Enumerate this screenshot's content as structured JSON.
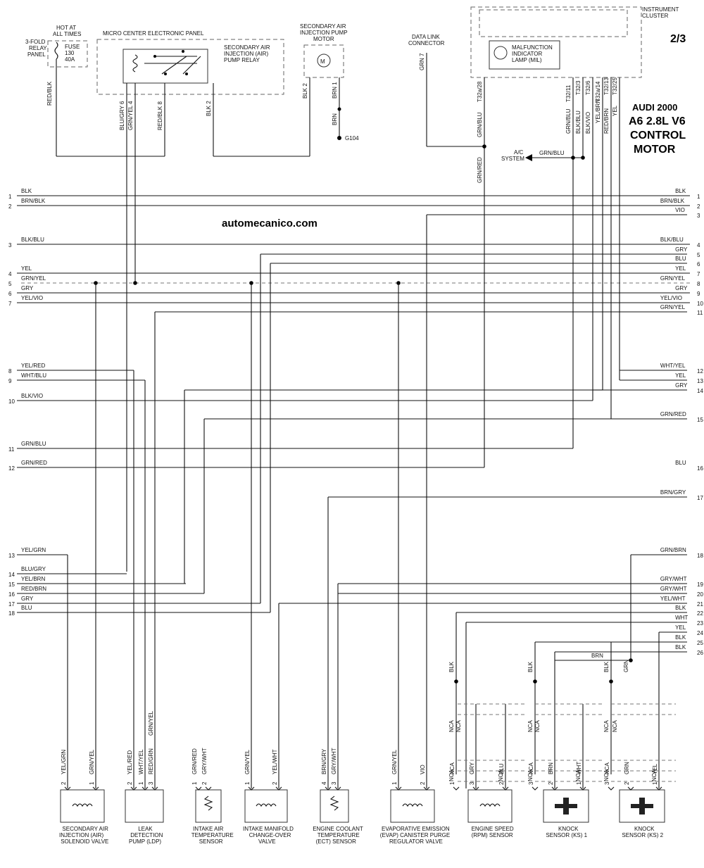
{
  "page": "2/3",
  "header": {
    "make": "AUDI 2000",
    "model": "A6 2.8L V6",
    "line3": "CONTROL",
    "line4": "MOTOR"
  },
  "watermark": "automecanico.com",
  "top": {
    "hot_at_all_times": [
      "HOT AT",
      "ALL TIMES"
    ],
    "relay_panel": [
      "3-FOLD",
      "RELAY",
      "PANEL"
    ],
    "fuse": [
      "FUSE",
      "130",
      "40A"
    ],
    "micro_center": "MICRO CENTER ELECTRONIC PANEL",
    "relay": [
      "SECONDARY AIR",
      "INJECTION (AIR)",
      "PUMP RELAY"
    ],
    "pump_motor": [
      "SECONDARY AIR",
      "INJECTION PUMP",
      "MOTOR"
    ],
    "motor_symbol": "M",
    "data_link": [
      "DATA LINK",
      "CONNECTOR"
    ],
    "instrument_cluster": [
      "INSTRUMENT",
      "CLUSTER"
    ],
    "mil": [
      "MALFUNCTION",
      "INDICATOR",
      "LAMP (MIL)"
    ],
    "ac_system": [
      "A/C",
      "SYSTEM"
    ],
    "ground": "G104",
    "vert_labels": [
      {
        "id": "relay-red",
        "text": "RED/BLK"
      },
      {
        "id": "blugry",
        "text": "BLU/GRY  6"
      },
      {
        "id": "grnyel",
        "text": "GRN/YEL  4"
      },
      {
        "id": "redblk8",
        "text": "RED/BLK  8"
      },
      {
        "id": "blk2",
        "text": "BLK  2"
      },
      {
        "id": "pmp-blk2",
        "text": "BLK  2"
      },
      {
        "id": "pmp-brn1",
        "text": "BRN  1"
      },
      {
        "id": "pmp-brn",
        "text": "BRN"
      },
      {
        "id": "dlc-grn",
        "text": "GRN  7"
      },
      {
        "id": "t28",
        "text": "T32a/28"
      },
      {
        "id": "t11",
        "text": "T32/11"
      },
      {
        "id": "t3",
        "text": "T32/3"
      },
      {
        "id": "t6",
        "text": "T32/6"
      },
      {
        "id": "t14",
        "text": "T32a/14"
      },
      {
        "id": "t13",
        "text": "T32/13"
      },
      {
        "id": "t25",
        "text": "T32/25"
      },
      {
        "id": "w28",
        "text": "GRN/BLU"
      },
      {
        "id": "w28b",
        "text": "GRN/RED"
      },
      {
        "id": "w11",
        "text": "GRN/BLU"
      },
      {
        "id": "w3",
        "text": "BLK/BLU"
      },
      {
        "id": "w6",
        "text": "BLK/VIO"
      },
      {
        "id": "w14",
        "text": "YEL/BRN"
      },
      {
        "id": "w13",
        "text": "RED/BRN"
      },
      {
        "id": "w25",
        "text": "YEL"
      }
    ],
    "ac_wire": "GRN/BLU"
  },
  "left_rows": [
    {
      "n": "1",
      "c": "BLK"
    },
    {
      "n": "2",
      "c": "BRN/BLK"
    },
    {
      "n": "3",
      "c": "BLK/BLU"
    },
    {
      "n": "4",
      "c": "YEL"
    },
    {
      "n": "5",
      "c": "GRN/YEL"
    },
    {
      "n": "6",
      "c": "GRY"
    },
    {
      "n": "7",
      "c": "YEL/VIO"
    },
    {
      "n": "8",
      "c": "YEL/RED"
    },
    {
      "n": "9",
      "c": "WHT/BLU"
    },
    {
      "n": "10",
      "c": "BLK/VIO"
    },
    {
      "n": "11",
      "c": "GRN/BLU"
    },
    {
      "n": "12",
      "c": "GRN/RED"
    },
    {
      "n": "13",
      "c": "YEL/GRN"
    },
    {
      "n": "14",
      "c": "BLU/GRY"
    },
    {
      "n": "15",
      "c": "YEL/BRN"
    },
    {
      "n": "16",
      "c": "RED/BRN"
    },
    {
      "n": "17",
      "c": "GRY"
    },
    {
      "n": "18",
      "c": "BLU"
    }
  ],
  "right_rows": [
    {
      "n": "1",
      "c": "BLK"
    },
    {
      "n": "2",
      "c": "BRN/BLK"
    },
    {
      "n": "3",
      "c": "VIO"
    },
    {
      "n": "4",
      "c": "BLK/BLU"
    },
    {
      "n": "5",
      "c": "GRY"
    },
    {
      "n": "6",
      "c": "BLU"
    },
    {
      "n": "7",
      "c": "YEL"
    },
    {
      "n": "8",
      "c": "GRN/YEL"
    },
    {
      "n": "9",
      "c": "GRY"
    },
    {
      "n": "10",
      "c": "YEL/VIO"
    },
    {
      "n": "11",
      "c": "GRN/YEL"
    },
    {
      "n": "12",
      "c": "WHT/YEL"
    },
    {
      "n": "13",
      "c": "YEL"
    },
    {
      "n": "14",
      "c": "GRY"
    },
    {
      "n": "15",
      "c": "GRN/RED"
    },
    {
      "n": "16",
      "c": "BLU"
    },
    {
      "n": "17",
      "c": "BRN/GRY"
    },
    {
      "n": "18",
      "c": "GRN/BRN"
    },
    {
      "n": "19",
      "c": "GRY/WHT"
    },
    {
      "n": "20",
      "c": "GRY/WHT"
    },
    {
      "n": "21",
      "c": "YEL/WHT"
    },
    {
      "n": "22",
      "c": "BLK"
    },
    {
      "n": "23",
      "c": "WHT"
    },
    {
      "n": "24",
      "c": "YEL"
    },
    {
      "n": "25",
      "c": "BLK"
    },
    {
      "n": "26",
      "c": "BLK"
    }
  ],
  "sensor_wires": {
    "brn_bus": "BRN",
    "rpm_blk": "BLK",
    "ks1_blk": "BLK",
    "ks2_blk": "BLK",
    "ks2_grn": "GRN",
    "nca": "NCA"
  },
  "components": [
    {
      "id": "sai-valve",
      "label": [
        "SECONDARY AIR",
        "INJECTION (AIR)",
        "SOLENOID VALVE"
      ],
      "pins": [
        {
          "n": "2",
          "c": "YEL/GRN"
        },
        {
          "n": "1",
          "c": "GRN/YEL"
        }
      ]
    },
    {
      "id": "ldp",
      "label": [
        "LEAK",
        "DETECTION",
        "PUMP (LDP)"
      ],
      "pins": [
        {
          "n": "2",
          "c": "YEL/RED"
        },
        {
          "n": "1",
          "c": "WHT/YEL"
        },
        {
          "n": "3",
          "c": "RED/GRN"
        }
      ],
      "extra": "GRN/YEL"
    },
    {
      "id": "iat",
      "label": [
        "INTAKE AIR",
        "TEMPERATURE",
        "SENSOR"
      ],
      "pins": [
        {
          "n": "1",
          "c": "GRN/RED"
        },
        {
          "n": "2",
          "c": "GRY/WHT"
        }
      ]
    },
    {
      "id": "imc",
      "label": [
        "INTAKE MANIFOLD",
        "CHANGE-OVER",
        "VALVE"
      ],
      "pins": [
        {
          "n": "1",
          "c": "GRN/YEL"
        },
        {
          "n": "2",
          "c": "YEL/WHT"
        }
      ]
    },
    {
      "id": "ect",
      "label": [
        "ENGINE COOLANT",
        "TEMPERATURE",
        "(ECT) SENSOR"
      ],
      "pins": [
        {
          "n": "4",
          "c": "BRN/GRY"
        },
        {
          "n": "3",
          "c": "GRY/WHT"
        }
      ]
    },
    {
      "id": "evap",
      "label": [
        "EVAPORATIVE EMISSION",
        "(EVAP) CANISTER PURGE",
        "REGULATOR VALVE"
      ],
      "pins": [
        {
          "n": "1",
          "c": "GRN/YEL"
        },
        {
          "n": "2",
          "c": "VIO"
        }
      ]
    },
    {
      "id": "rpm",
      "label": [
        "ENGINE SPEED",
        "(RPM) SENSOR"
      ],
      "pins": [
        {
          "n": "1",
          "c": "NCA"
        },
        {
          "n": "3",
          "c": "GRY"
        },
        {
          "n": "2",
          "c": "BLU"
        }
      ]
    },
    {
      "id": "ks1",
      "label": [
        "KNOCK",
        "SENSOR (KS) 1"
      ],
      "pins": [
        {
          "n": "3",
          "c": "NCA"
        },
        {
          "n": "2",
          "c": "BRN"
        },
        {
          "n": "1",
          "c": "WHT"
        }
      ]
    },
    {
      "id": "ks2",
      "label": [
        "KNOCK",
        "SENSOR (KS) 2"
      ],
      "pins": [
        {
          "n": "3",
          "c": "NCA"
        },
        {
          "n": "2",
          "c": "GRN"
        },
        {
          "n": "1",
          "c": "YEL"
        }
      ]
    }
  ]
}
